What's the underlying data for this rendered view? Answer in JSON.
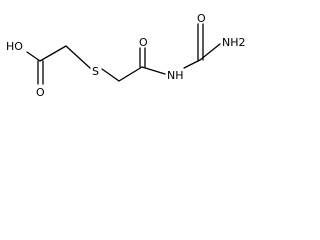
{
  "molecule": {
    "labels": {
      "hydroxyl": "HO",
      "acid_carbonyl_oxygen": "O",
      "sulfur": "S",
      "amide_carbonyl_oxygen": "O",
      "imide_nitrogen": "NH",
      "urea_carbonyl_oxygen": "O",
      "amine": "NH2"
    },
    "colors": {
      "bonds": "#000000",
      "text": "#000000",
      "background": "#ffffff"
    }
  }
}
